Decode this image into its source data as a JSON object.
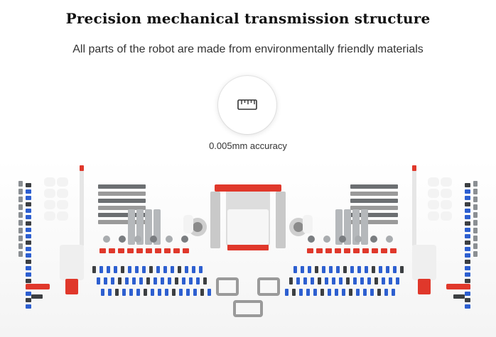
{
  "header": {
    "title": "Precision mechanical transmission structure",
    "subtitle": "All parts of the robot are made from environmentally friendly materials"
  },
  "feature": {
    "icon": "ruler-icon",
    "label": "0.005mm accuracy"
  },
  "colors": {
    "part_red": "#e0382b",
    "part_blue": "#2d5fd0",
    "part_gray": "#8b8f93",
    "part_dark": "#3c3f42",
    "part_white": "#f3f3f3"
  }
}
